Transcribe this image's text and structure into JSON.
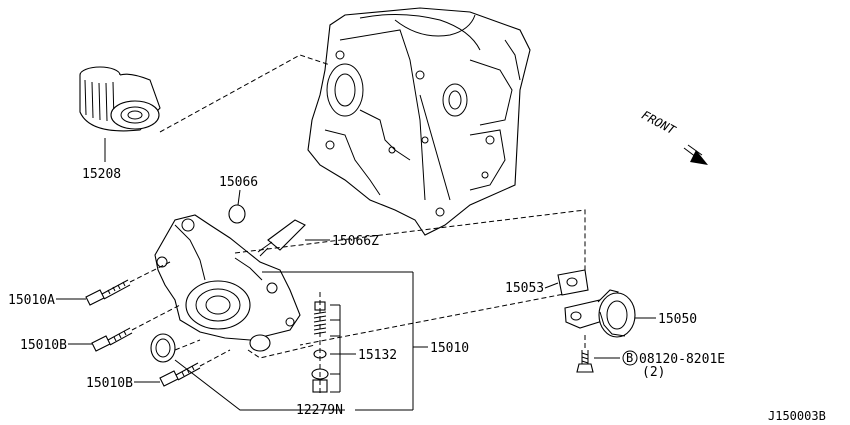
{
  "labels": {
    "oil_filter": "15208",
    "o_ring": "15066",
    "connector": "15066Z",
    "bolt_a": "15010A",
    "bolt_b1": "15010B",
    "bolt_b2": "15010B",
    "oil_pump": "15010",
    "relief_parts": "15132",
    "oil_seal": "12279N",
    "gasket": "15053",
    "strainer": "15050",
    "strainer_bolt_code": "08120-8201E",
    "strainer_bolt_qty": "(2)",
    "strainer_bolt_prefix": "B",
    "front_arrow": "FRONT",
    "diagram_id": "J150003B"
  },
  "icons": {
    "front": "front-direction-arrow-icon",
    "circled_b": "circled-b-icon"
  }
}
